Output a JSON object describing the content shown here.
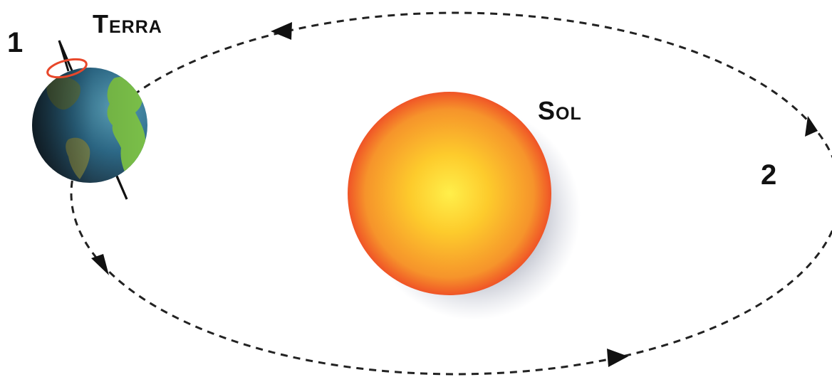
{
  "labels": {
    "earth": "Terra",
    "sun": "Sol",
    "position_1": "1",
    "position_2": "2"
  },
  "icons": {
    "earth": "earth-globe-icon",
    "sun": "sun-icon",
    "orbit": "elliptical-orbit-path",
    "rotation": "rotation-arrow-icon"
  },
  "colors": {
    "orbit": "#222222",
    "sun_center": "#ffe42a",
    "sun_edge": "#ec2f24",
    "earth_ocean": "#2f6f8f",
    "earth_land": "#7cc24a",
    "rotation_ring": "#e8472a",
    "text": "#111111"
  }
}
